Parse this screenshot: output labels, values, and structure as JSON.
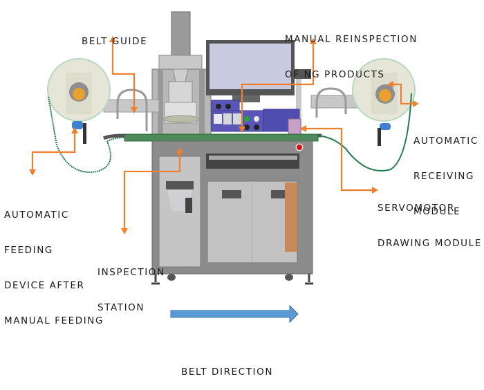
{
  "diagram": {
    "subject": "belt-driven visual inspection machine",
    "labels": {
      "belt_guide": [
        "BELT GUIDE"
      ],
      "manual_reinspection": [
        "MANUAL REINSPECTION",
        "OF NG PRODUCTS"
      ],
      "automatic_receiving": [
        "AUTOMATIC",
        "RECEIVING",
        "MODULE"
      ],
      "automatic_feeding": [
        "AUTOMATIC",
        "FEEDING",
        "DEVICE AFTER",
        "MANUAL FEEDING"
      ],
      "inspection_station": [
        "INSPECTION",
        "STATION"
      ],
      "servomotor": [
        "SERVOMOTOR",
        "DRAWING MODULE"
      ],
      "belt_direction": [
        "BELT DIRECTION"
      ]
    },
    "colors": {
      "callout": "#f07f2d",
      "direction_arrow": "#5b9bd5",
      "frame": "#8c8c8c",
      "panel_blue": "#5a57b8",
      "reel": "#e6e6d8",
      "hub": "#e8a030",
      "belt": "#2e8b57",
      "estop": "#d01010"
    }
  }
}
